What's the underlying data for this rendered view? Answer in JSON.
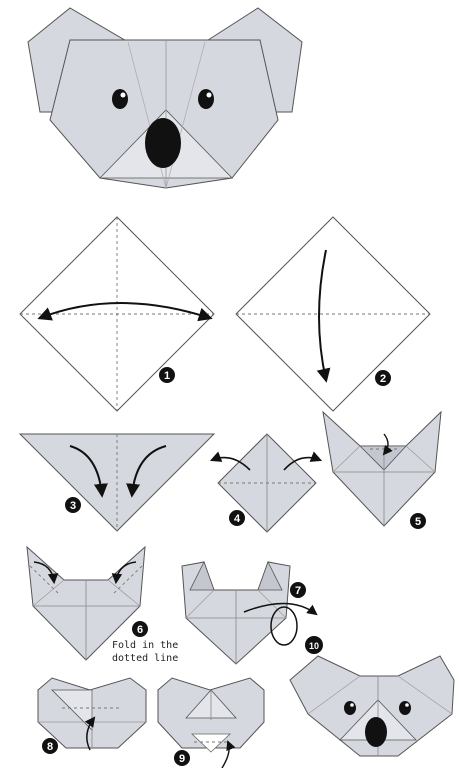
{
  "colors": {
    "paper": "#d6d8df",
    "paper_light": "#e3e5ea",
    "paper_shade": "#c4c7cf",
    "outline": "#555555",
    "fold_line": "#777777",
    "arrow": "#111111",
    "badge": "#111111",
    "badge_text": "#ffffff",
    "nose": "#111111"
  },
  "steps": [
    {
      "number": "1"
    },
    {
      "number": "2"
    },
    {
      "number": "3"
    },
    {
      "number": "4"
    },
    {
      "number": "5"
    },
    {
      "number": "6"
    },
    {
      "number": "7"
    },
    {
      "number": "8"
    },
    {
      "number": "9"
    },
    {
      "number": "10"
    }
  ],
  "instruction": {
    "line1": "Fold in the",
    "line2": "dotted line"
  }
}
